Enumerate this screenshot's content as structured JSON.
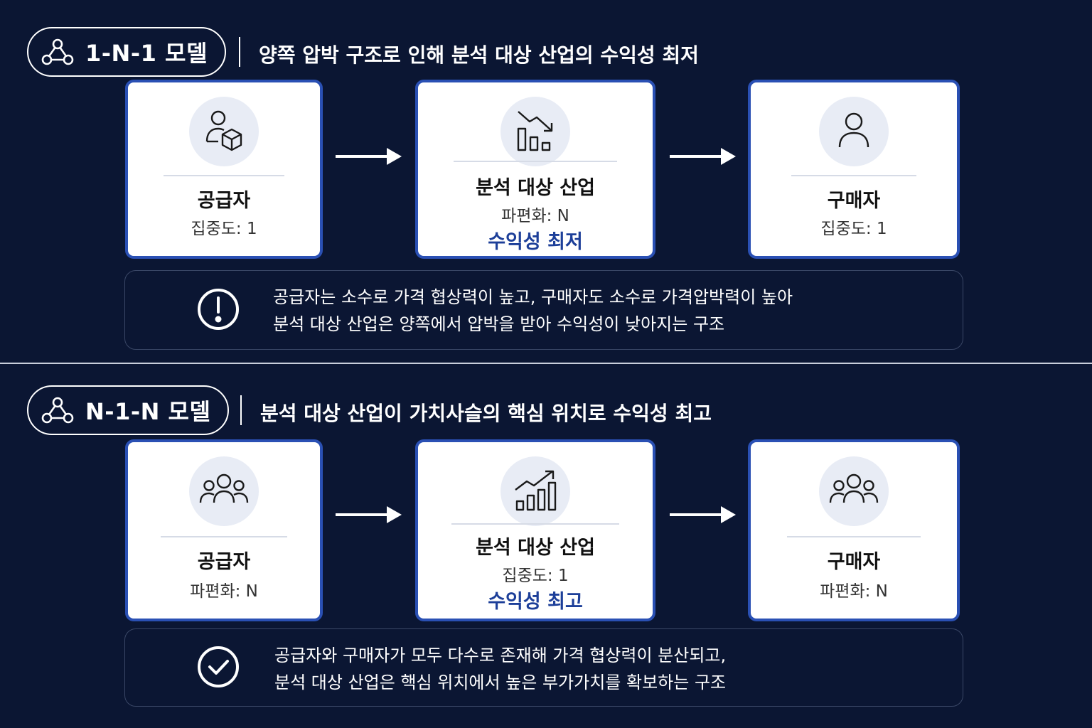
{
  "sections": [
    {
      "model_title": "1-N-1 모델",
      "subtitle": "양쪽 압박 구조로 인해 분석 대상 산업의 수익성 최저",
      "cards": [
        {
          "icon": "supplier-box-icon",
          "name": "공급자",
          "value": "집중도: 1"
        },
        {
          "icon": "declining-bar-chart-icon",
          "name": "분석 대상 산업",
          "value": "파편화: N",
          "profit": "수익성 최저"
        },
        {
          "icon": "single-user-icon",
          "name": "구매자",
          "value": "집중도: 1"
        }
      ],
      "note_icon": "exclamation-circle-icon",
      "note_lines": [
        "공급자는 소수로 가격 협상력이 높고, 구매자도 소수로 가격압박력이 높아",
        "분석 대상 산업은 양쪽에서 압박을 받아 수익성이 낮아지는 구조"
      ]
    },
    {
      "model_title": "N-1-N 모델",
      "subtitle": "분석 대상 산업이 가치사슬의 핵심 위치로 수익성 최고",
      "cards": [
        {
          "icon": "group-users-icon",
          "name": "공급자",
          "value": "파편화: N"
        },
        {
          "icon": "rising-bar-chart-icon",
          "name": "분석 대상 산업",
          "value": "집중도: 1",
          "profit": "수익성 최고"
        },
        {
          "icon": "group-users-icon",
          "name": "구매자",
          "value": "파편화: N"
        }
      ],
      "note_icon": "check-circle-icon",
      "note_lines": [
        "공급자와 구매자가 모두 다수로 존재해 가격 협상력이 분산되고,",
        "분석 대상 산업은 핵심 위치에서 높은 부가가치를 확보하는 구조"
      ]
    }
  ],
  "colors": {
    "background": "#0b1633",
    "card_border": "#2a50b4",
    "accent_text": "#1d3f99"
  }
}
